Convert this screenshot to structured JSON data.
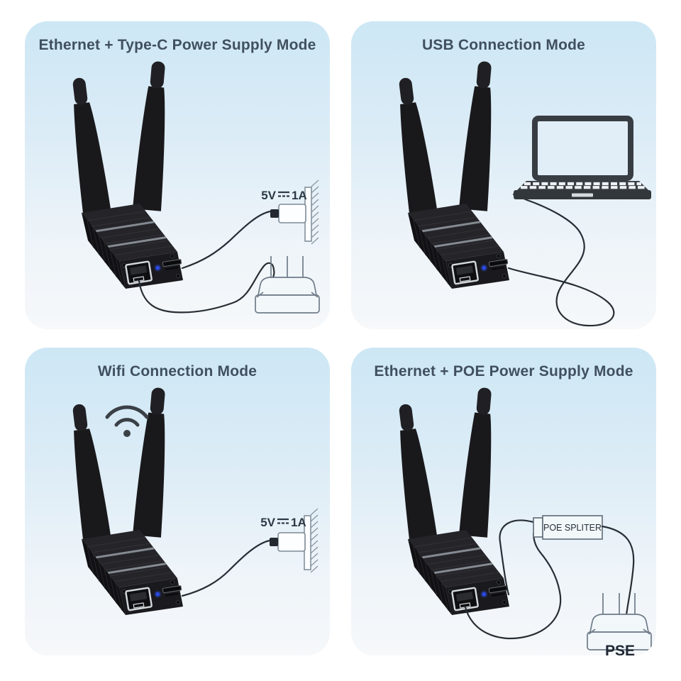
{
  "page": {
    "background": "#ffffff"
  },
  "colors": {
    "panel_gradient_top": "#cde7f5",
    "panel_gradient_bottom": "#f6f8fa",
    "title_text": "#40505f",
    "outline_drawing": "#6e7b88",
    "cable": "#272e35",
    "device_body": "#1b1b1e",
    "status_led_blue": "#2a49e0",
    "label_text": "#2c3945"
  },
  "panels": [
    {
      "title": "Ethernet + Type-C Power Supply Mode",
      "adapter_label": {
        "volts": "5V",
        "dc_symbol": "⎓",
        "amps": "1A",
        "full": "5V⎓1A"
      }
    },
    {
      "title": "USB Connection Mode"
    },
    {
      "title": "Wifi Connection Mode",
      "adapter_label": {
        "volts": "5V",
        "dc_symbol": "⎓",
        "amps": "1A",
        "full": "5V⎓1A"
      }
    },
    {
      "title": "Ethernet + POE Power Supply Mode",
      "splitter_label": "POE SPLITER",
      "pse_label": "PSE"
    }
  ]
}
